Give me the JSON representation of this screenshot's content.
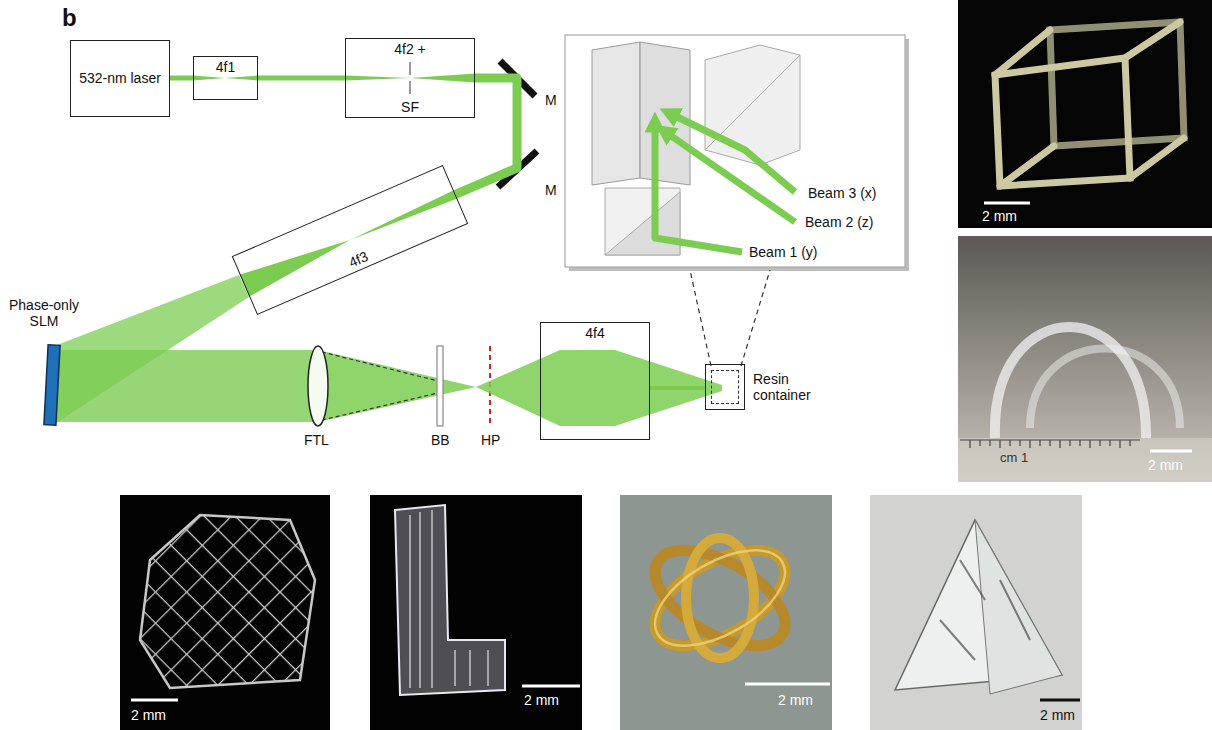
{
  "diagram": {
    "nodes": [
      {
        "text": [
          "532-nm laser"
        ]
      },
      {
        "text": [
          "4f1"
        ]
      },
      {
        "text": [
          "4f2 +",
          "SF"
        ]
      },
      {
        "text": [
          "4f3"
        ]
      },
      {
        "text": [
          "4f4"
        ]
      },
      {
        "text": [
          "Resin container"
        ]
      }
    ],
    "edges": [
      {
        "from": 0,
        "to": 1,
        "arrow": "none"
      },
      {
        "from": 1,
        "to": 2,
        "arrow": "none"
      },
      {
        "from": 2,
        "to": 3,
        "arrow": "none"
      },
      {
        "from": 4,
        "to": 5,
        "arrow": "none"
      }
    ],
    "labels": [
      "b",
      "M",
      "M",
      "Phase-only SLM",
      "FTL",
      "BB",
      "HP",
      "Beam 3 (x)",
      "Beam 2 (z)",
      "Beam 1 (y)",
      "2 mm",
      "2 mm",
      "cm 1",
      "2 mm",
      "2 mm",
      "2 mm",
      "2 mm"
    ]
  }
}
